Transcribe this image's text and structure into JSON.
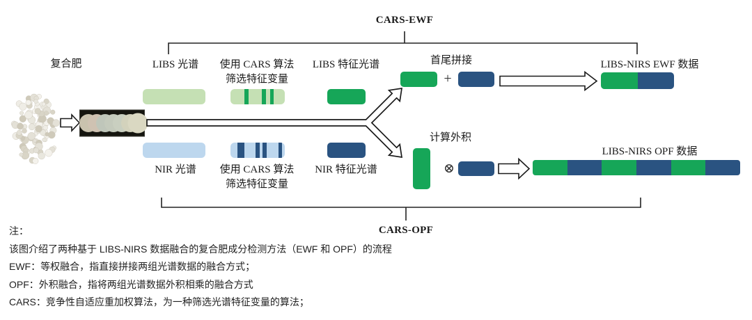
{
  "diagram": {
    "top_brace_label": "CARS-EWF",
    "bottom_brace_label": "CARS-OPF",
    "sample_label": "复合肥",
    "libs_row": {
      "spectrum_label": "LIBS 光谱",
      "cars_label_line1": "使用 CARS 算法",
      "cars_label_line2": "筛选特征变量",
      "feature_label": "LIBS 特征光谱"
    },
    "nir_row": {
      "spectrum_label": "NIR 光谱",
      "cars_label_line1": "使用 CARS 算法",
      "cars_label_line2": "筛选特征变量",
      "feature_label": "NIR 特征光谱"
    },
    "ewf_branch": {
      "concat_label": "首尾拼接",
      "plus_sign": "+",
      "result_label": "LIBS-NIRS EWF 数据"
    },
    "opf_branch": {
      "outer_product_label": "计算外积",
      "otimes_sign": "⊗",
      "result_label": "LIBS-NIRS OPF 数据"
    }
  },
  "notes": {
    "title": "注：",
    "lines": [
      "该图介绍了两种基于 LIBS-NIRS 数据融合的复合肥成分检测方法（EWF 和 OPF）的流程",
      "EWF：等权融合，指直接拼接两组光谱数据的融合方式；",
      "OPF：外积融合，指将两组光谱数据外积相乘的融合方式",
      "CARS：竞争性自适应重加权算法，为一种筛选光谱特征变量的算法；"
    ]
  },
  "colors": {
    "light_green": "#c5e0b4",
    "bright_green": "#16a658",
    "light_blue": "#bdd7ee",
    "dark_blue": "#2a5381",
    "ink": "#1b1b1b"
  },
  "patterns": {
    "libs_cars_stripes": {
      "color": "bright_green",
      "stripes": [
        {
          "x": 20,
          "w": 6
        },
        {
          "x": 45,
          "w": 6
        },
        {
          "x": 57,
          "w": 5
        }
      ]
    },
    "nir_cars_stripes": {
      "color": "dark_blue",
      "stripes": [
        {
          "x": 10,
          "w": 10
        },
        {
          "x": 36,
          "w": 6
        },
        {
          "x": 46,
          "w": 6
        },
        {
          "x": 69,
          "w": 5
        }
      ]
    },
    "ewf_result_segments": [
      "bright_green",
      "dark_blue"
    ],
    "opf_result_segments": [
      "bright_green",
      "dark_blue",
      "bright_green",
      "dark_blue",
      "bright_green",
      "dark_blue"
    ]
  }
}
